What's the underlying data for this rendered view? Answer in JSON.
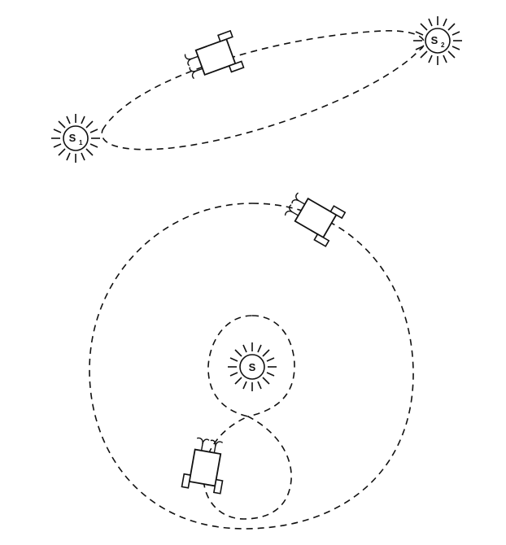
{
  "lights": [
    {
      "id": "s1",
      "letter": "S",
      "subscript": "1"
    },
    {
      "id": "s2",
      "letter": "S",
      "subscript": "2"
    },
    {
      "id": "s",
      "letter": "S",
      "subscript": ""
    }
  ],
  "vehicles": [
    "vehicle-top",
    "vehicle-middle",
    "vehicle-bottom"
  ],
  "paths": [
    "ellipse-path",
    "outer-circle-path",
    "figure-eight-path"
  ],
  "colors": {
    "stroke": "#111111",
    "background": "#ffffff"
  }
}
